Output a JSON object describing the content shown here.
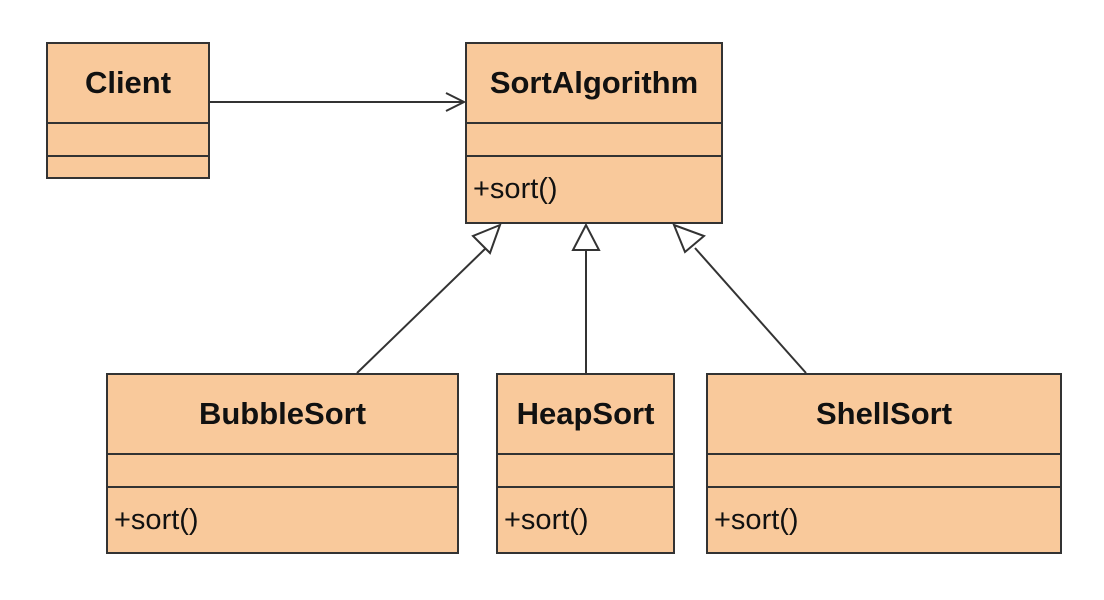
{
  "diagram": {
    "fill_color": "#f9c99b",
    "line_color": "#333333",
    "classes": {
      "client": {
        "name": "Client",
        "operations": ""
      },
      "sort_algorithm": {
        "name": "SortAlgorithm",
        "operations": "+sort()"
      },
      "bubble_sort": {
        "name": "BubbleSort",
        "operations": "+sort()"
      },
      "heap_sort": {
        "name": "HeapSort",
        "operations": "+sort()"
      },
      "shell_sort": {
        "name": "ShellSort",
        "operations": "+sort()"
      }
    },
    "relations": [
      {
        "type": "association",
        "from": "Client",
        "to": "SortAlgorithm"
      },
      {
        "type": "generalization",
        "from": "BubbleSort",
        "to": "SortAlgorithm"
      },
      {
        "type": "generalization",
        "from": "HeapSort",
        "to": "SortAlgorithm"
      },
      {
        "type": "generalization",
        "from": "ShellSort",
        "to": "SortAlgorithm"
      }
    ]
  }
}
